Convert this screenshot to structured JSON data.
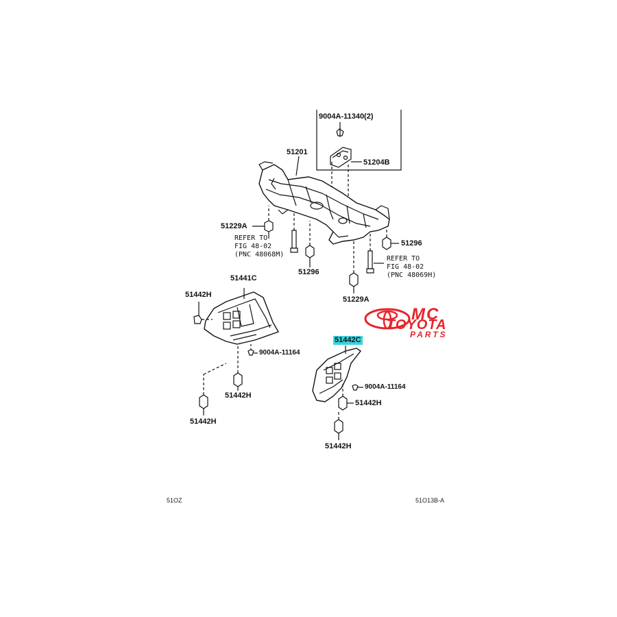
{
  "callouts": {
    "c_9004a_11340": "9004A-11340(2)",
    "c_51201": "51201",
    "c_51204b": "51204B",
    "c_51229a_left": "51229A",
    "c_51296_right": "51296",
    "c_51296_mid": "51296",
    "c_51229a_bottom": "51229A",
    "c_51441c": "51441C",
    "c_51442h_a": "51442H",
    "c_9004a_11164_left": "9004A-11164",
    "c_51442h_b": "51442H",
    "c_51442h_c": "51442H",
    "c_51442c": "51442C",
    "c_9004a_11164_right": "9004A-11164",
    "c_51442h_d": "51442H",
    "c_51442h_e": "51442H"
  },
  "notes": {
    "left": [
      "REFER TO",
      "FIG 48-02",
      "(PNC 48068M)"
    ],
    "right": [
      "REFER TO",
      "FIG 48-02",
      "(PNC 48069H)"
    ]
  },
  "highlight": {
    "part": "51442C",
    "color": "#39d3e0"
  },
  "watermark": {
    "line1": "MC",
    "line2": "TOYOTA",
    "line3": "PARTS",
    "color": "#e8232b"
  },
  "footer": {
    "left_code": "51OZ",
    "right_code": "51O13B-A"
  }
}
